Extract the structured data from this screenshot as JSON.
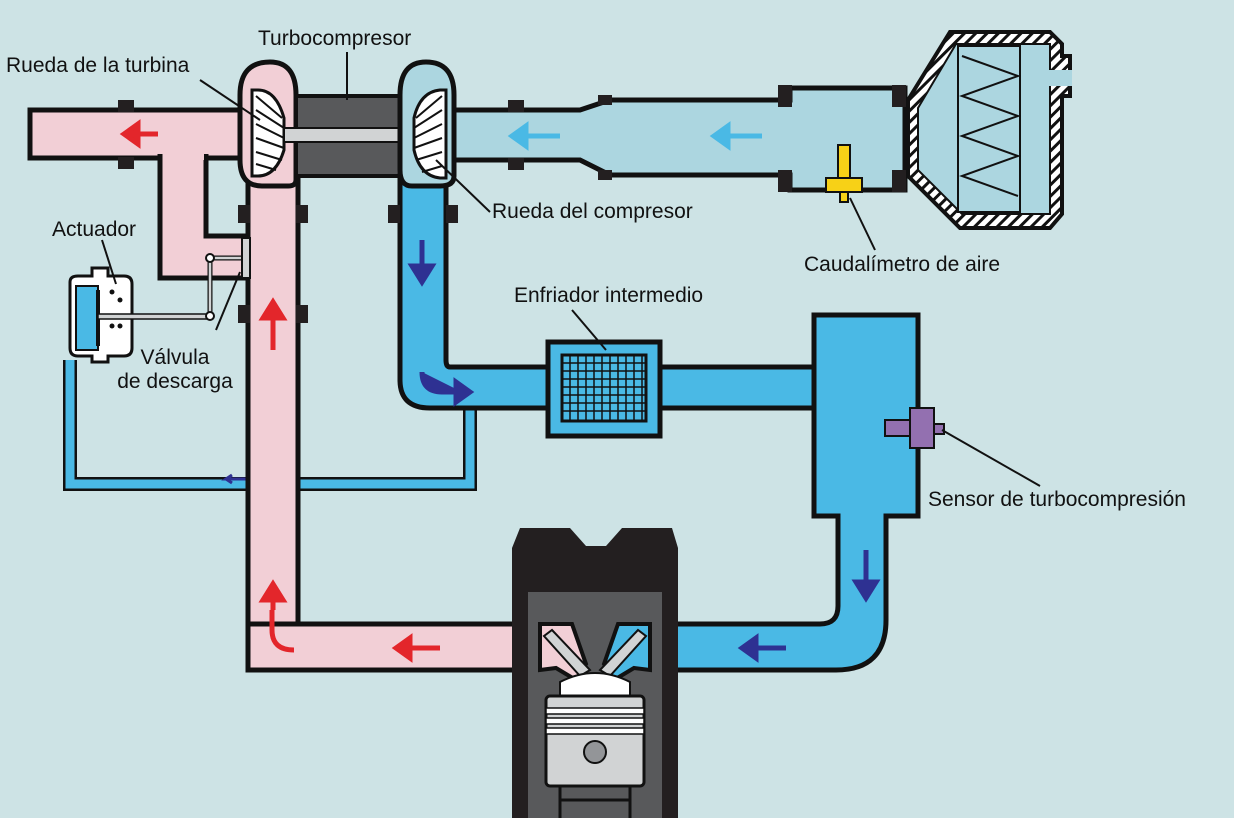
{
  "labels": {
    "turbocompresor": "Turbocompresor",
    "rueda_turbina": "Rueda de la turbina",
    "rueda_compresor": "Rueda del compresor",
    "actuador": "Actuador",
    "valvula_l1": "Válvula",
    "valvula_l2": "de descarga",
    "caudalimetro": "Caudalímetro de aire",
    "enfriador": "Enfriador intermedio",
    "sensor": "Sensor de turbocompresión"
  },
  "colors": {
    "background": "#cde3e5",
    "exhaust_pipe": "#f2cfd6",
    "intake_cool": "#acd6e0",
    "boost_pipe": "#4ab9e5",
    "exhaust_arrow": "#e3262b",
    "intake_arrow": "#4ab9e5",
    "boost_arrow": "#2e3192",
    "engine": "#58595b",
    "engine_dark": "#231f20",
    "sensor": "#9370b0",
    "airflow_meter": "#f7d117",
    "outline": "#111111"
  }
}
